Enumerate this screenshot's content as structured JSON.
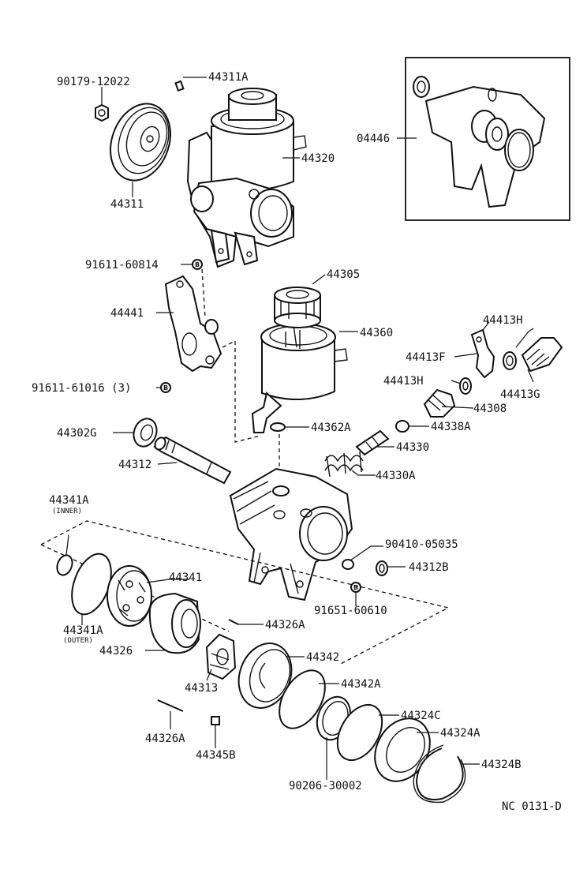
{
  "diagram_code": "NC 0131-D",
  "bolt_marker": "B",
  "parts": {
    "p90179": "90179-12022",
    "p44311a": "44311A",
    "p44311": "44311",
    "p44320": "44320",
    "p04446": "04446",
    "p91611_60814": "91611-60814",
    "p44305": "44305",
    "p44441": "44441",
    "p44360": "44360",
    "p44413h_top": "44413H",
    "p44413f": "44413F",
    "p44413h_mid": "44413H",
    "p44413g": "44413G",
    "p91611_61016": "91611-61016 (3)",
    "p44308": "44308",
    "p44302g": "44302G",
    "p44362a": "44362A",
    "p44338a": "44338A",
    "p44330": "44330",
    "p44312": "44312",
    "p44330a": "44330A",
    "p44341a_inner": "44341A",
    "p44341a_inner_sub": "(INNER)",
    "p90410": "90410-05035",
    "p44312b": "44312B",
    "p44341": "44341",
    "p91651": "91651-60610",
    "p44341a_outer": "44341A",
    "p44341a_outer_sub": "(OUTER)",
    "p44326a_mid": "44326A",
    "p44326": "44326",
    "p44342": "44342",
    "p44313": "44313",
    "p44342a": "44342A",
    "p44324c": "44324C",
    "p44326a_low": "44326A",
    "p44324a": "44324A",
    "p44345b": "44345B",
    "p44324b": "44324B",
    "p90206": "90206-30002"
  }
}
